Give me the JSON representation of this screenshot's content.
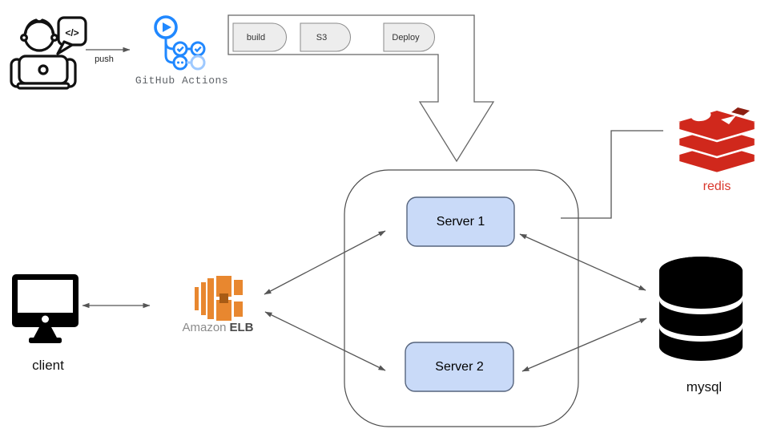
{
  "labels": {
    "push": "push",
    "github_actions": "GitHub Actions",
    "client": "client",
    "amazon": "Amazon",
    "elb": "ELB",
    "redis": "redis",
    "mysql": "mysql",
    "code_bubble": "</>"
  },
  "pipeline": {
    "stages": [
      {
        "label": "build"
      },
      {
        "label": "S3"
      },
      {
        "label": "Deploy"
      }
    ]
  },
  "servers": [
    {
      "label": "Server 1"
    },
    {
      "label": "Server 2"
    }
  ],
  "icons": [
    "developer-at-laptop-icon",
    "github-actions-icon",
    "block-arrow-down-icon",
    "client-monitor-icon",
    "amazon-elb-icon",
    "redis-icon",
    "mysql-database-icon"
  ],
  "colors": {
    "github_blue": "#2088FF",
    "github_blue_light": "#9ec9ff",
    "redis_red": "#D0281C",
    "redis_dark": "#8D1F12",
    "aws_orange": "#E8872F",
    "aws_orange_dark": "#A85B14",
    "server_fill": "#C9DAF8",
    "server_border": "#56647D",
    "connector_gray": "#555555"
  }
}
